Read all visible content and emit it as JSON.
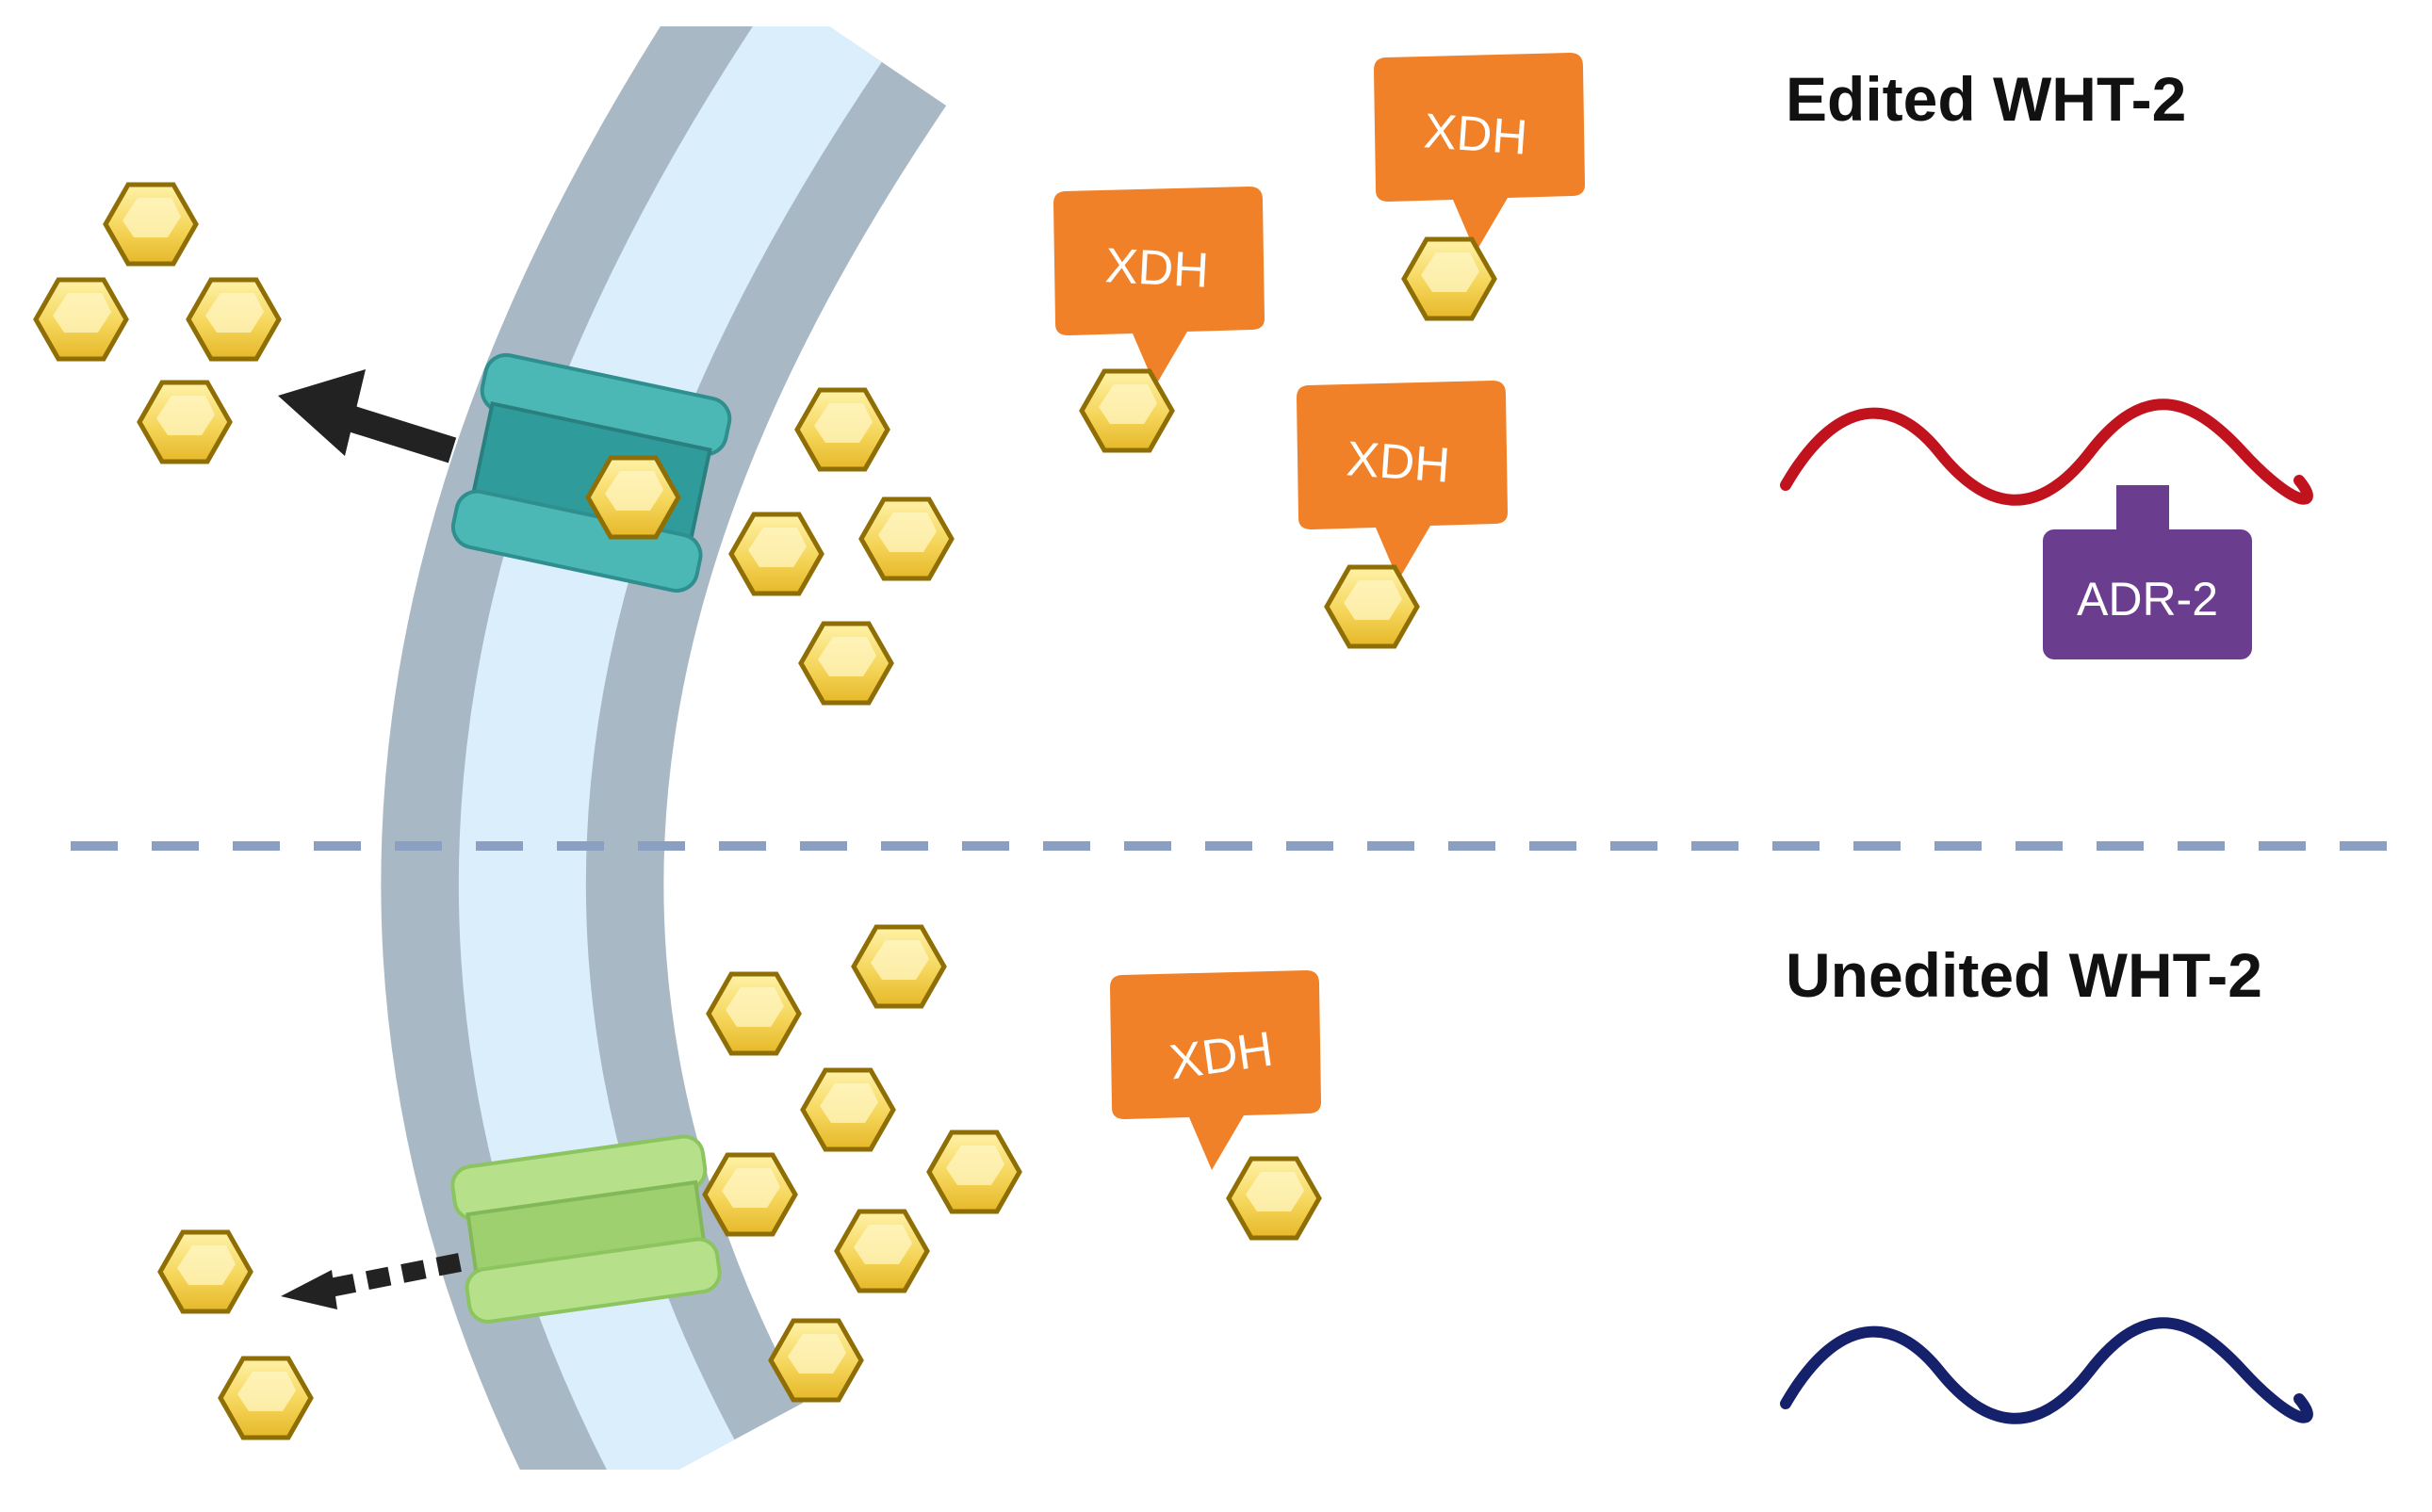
{
  "labels": {
    "edited_heading": "Edited WHT-2",
    "unedited_heading": "Unedited WHT-2",
    "enzyme": "XDH",
    "editing_enzyme": "ADR-2"
  },
  "colors": {
    "membrane_outer": "#a9b8c5",
    "membrane_inner": "#daeefb",
    "membrane_band": "#8fa3b3",
    "transporter_edited": "#4cb8b6",
    "transporter_edited_dark": "#2f8f8f",
    "transporter_unedited": "#b6e08a",
    "transporter_unedited_dark": "#8cc460",
    "molecule_fill": "#f5d65a",
    "molecule_edge": "#9a7a0a",
    "xdh": "#f08128",
    "adr2": "#6a3d8e",
    "rna_edited": "#c0131d",
    "rna_unedited": "#16216b",
    "divider": "#8a9fc2",
    "arrow": "#222222"
  },
  "icons": {
    "molecule": "hexagon-molecule-icon",
    "enzyme_tag": "xdh-tag-icon",
    "transporter": "membrane-transporter-icon",
    "rna": "rna-wave-icon"
  }
}
